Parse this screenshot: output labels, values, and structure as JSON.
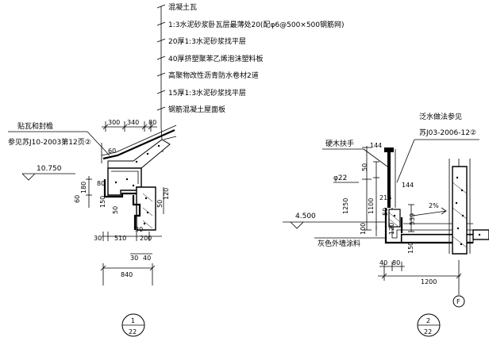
{
  "detail1": {
    "layers": [
      "混凝土瓦",
      "1:3水泥砂浆卧瓦层最薄处20(配φ6@500×500钢筋网)",
      "20厚1:3水泥砂浆找平层",
      "40厚挤塑聚苯乙烯泡沫塑料板",
      "高聚物改性沥青防水卷材2道",
      "15厚1:3水泥砂浆找平层",
      "钢筋混凝土屋面板"
    ],
    "note_title": "贴瓦和封檐",
    "note_ref": "参见苏J10-2003第12页②",
    "elevation": "10.750",
    "dims": {
      "top_300": "300",
      "top_340": "340",
      "top_80": "80",
      "d60": "60",
      "d80": "80",
      "d60_left": "60",
      "d180": "180",
      "d150": "150",
      "d50": "50",
      "d50b": "50",
      "d120": "120",
      "b30": "30",
      "b510": "510",
      "b200": "200",
      "b30b": "30",
      "b30c": "30",
      "b40": "40",
      "b840": "840"
    },
    "tag_num": "1",
    "tag_sheet": "22"
  },
  "detail2": {
    "note1": "泛水做法参见",
    "note2": "苏J03-2006-12②",
    "handrail": "硬木扶手",
    "phi": "φ22",
    "elevation": "4.500",
    "wall_paint": "灰色外墙涂料",
    "slope": "2%",
    "dims": {
      "d144": "144",
      "d50": "50",
      "d1250": "1250",
      "d1100": "1100",
      "d144b": "144",
      "d216": "216",
      "d50b": "50",
      "d539": "539",
      "d120": "120",
      "d100": "100",
      "d150": "150",
      "b40": "40",
      "b80": "80",
      "b1200": "1200"
    },
    "axis": "F",
    "tag_num": "2",
    "tag_sheet": "22"
  }
}
